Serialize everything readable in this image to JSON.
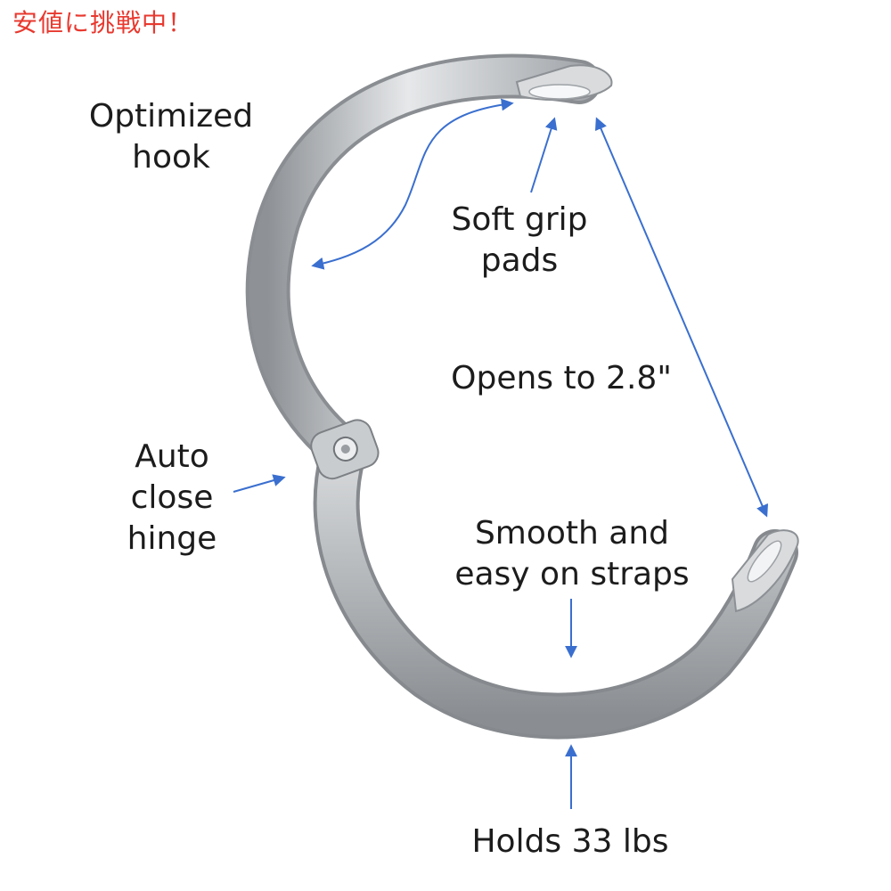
{
  "banner": {
    "text": "安値に挑戦中！",
    "color": "#e8392f"
  },
  "callouts": {
    "hook": {
      "lines": [
        "Optimized",
        "hook"
      ]
    },
    "grip": {
      "lines": [
        "Soft grip",
        "pads"
      ]
    },
    "opens": {
      "lines": [
        "Opens to 2.8\""
      ]
    },
    "hinge": {
      "lines": [
        "Auto",
        "close",
        "hinge"
      ]
    },
    "smooth": {
      "lines": [
        "Smooth and",
        "easy on straps"
      ]
    },
    "holds": {
      "lines": [
        "Holds 33 lbs"
      ]
    }
  },
  "colors": {
    "arrow": "#3a6fcf",
    "metal": "#b9bcbf",
    "text": "#1c1c1c"
  },
  "icons": {
    "product": "handbag-hook-illustration"
  }
}
